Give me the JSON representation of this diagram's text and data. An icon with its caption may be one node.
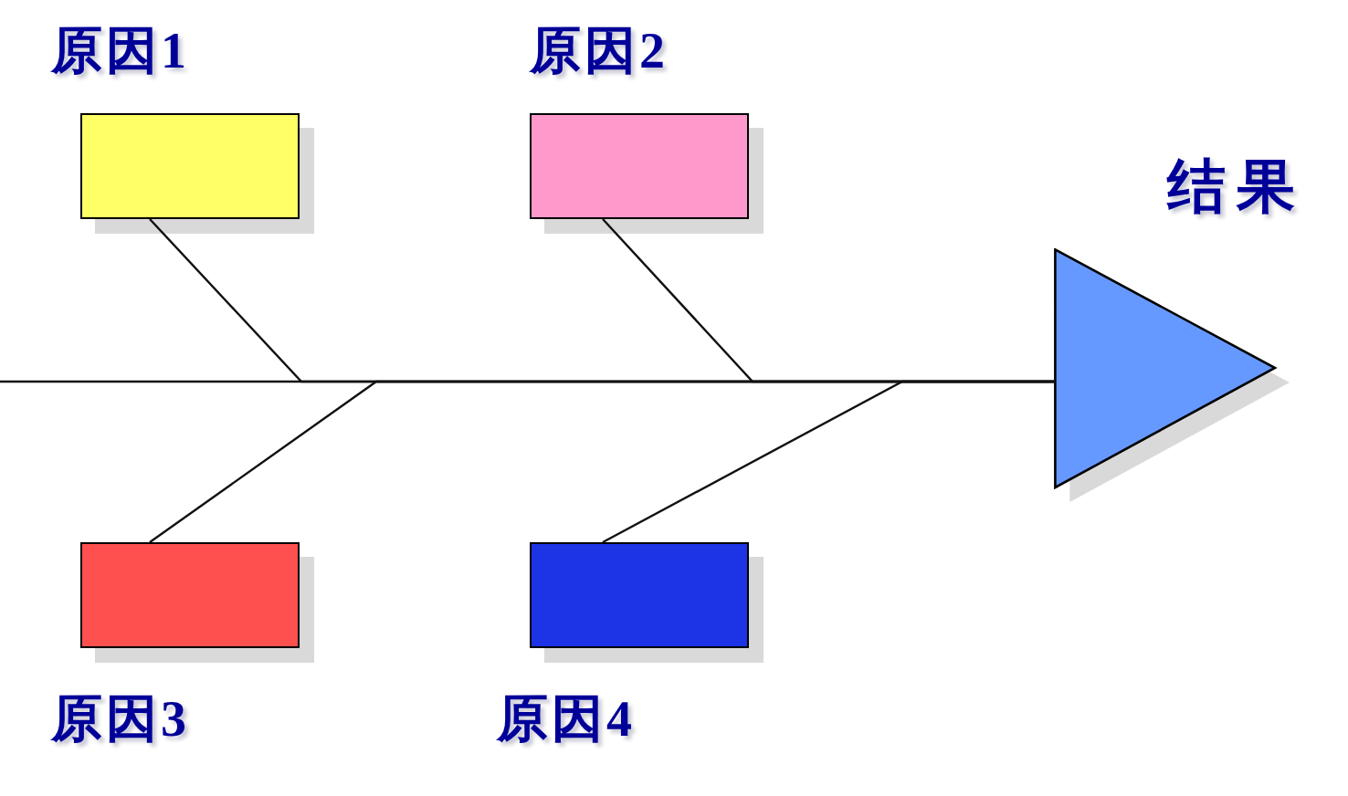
{
  "diagram": {
    "nodes": [
      {
        "text": [
          "原因1"
        ]
      },
      {
        "text": [
          "原因2"
        ]
      },
      {
        "text": [
          "结果"
        ]
      },
      {
        "text": [
          "原因3"
        ]
      },
      {
        "text": [
          "原因4"
        ]
      }
    ],
    "edges": [
      {
        "from": 0,
        "to": 2,
        "arrow": "none"
      },
      {
        "from": 1,
        "to": 2,
        "arrow": "none"
      },
      {
        "from": 3,
        "to": 2,
        "arrow": "none"
      },
      {
        "from": 4,
        "to": 2,
        "arrow": "none"
      },
      {
        "from": null,
        "to": 2,
        "arrow": "none"
      }
    ]
  }
}
